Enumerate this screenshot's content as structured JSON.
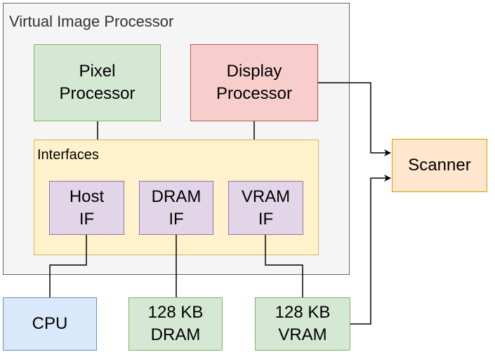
{
  "container": {
    "title": "Virtual Image Processor"
  },
  "blocks": {
    "pixel_processor": "Pixel\nProcessor",
    "display_processor": "Display\nProcessor",
    "interfaces_title": "Interfaces",
    "host_if": "Host\nIF",
    "dram_if": "DRAM\nIF",
    "vram_if": "VRAM\nIF",
    "scanner": "Scanner",
    "cpu": "CPU",
    "dram": "128 KB\nDRAM",
    "vram": "128 KB\nVRAM"
  },
  "colors": {
    "green": "#d5e8d4",
    "red": "#f8cecc",
    "yellow": "#fff2cc",
    "purple": "#e1d5e7",
    "blue": "#dae8fc",
    "orange": "#ffe6cc"
  }
}
